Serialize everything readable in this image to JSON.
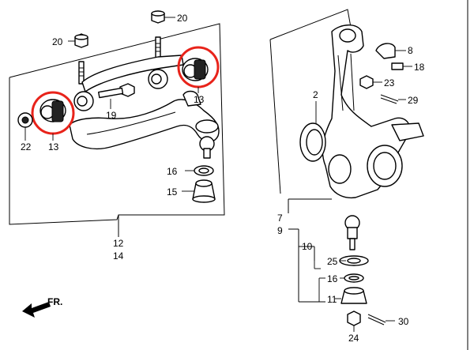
{
  "callouts": {
    "p20_top": "20",
    "p20_left": "20",
    "p13_right": "13",
    "p13_left": "13",
    "p19": "19",
    "p22": "22",
    "p16_arm": "16",
    "p15": "15",
    "p12": "12",
    "p14": "14",
    "p2": "2",
    "p8": "8",
    "p18": "18",
    "p23": "23",
    "p29": "29",
    "p7": "7",
    "p9": "9",
    "p10": "10",
    "p25": "25",
    "p16_knuckle": "16",
    "p11": "11",
    "p24": "24",
    "p30": "30"
  },
  "direction_label": "FR.",
  "highlight_color": "#e8231a"
}
